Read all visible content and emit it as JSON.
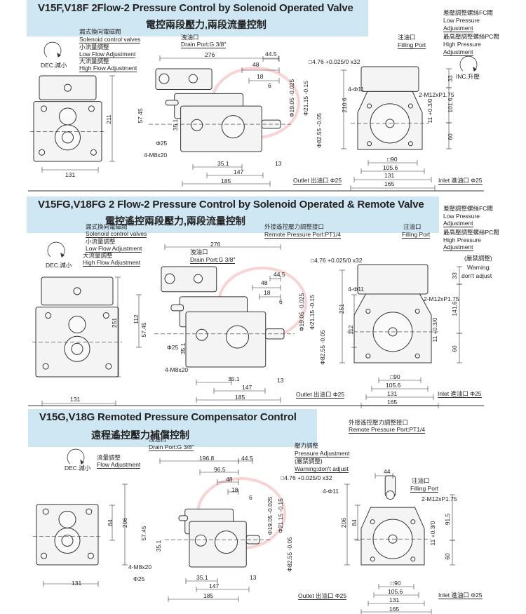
{
  "colors": {
    "title_bg": "#cfe6f3",
    "separator": "#9a9a9a",
    "line": "#333333",
    "watermark": "#e65050"
  },
  "icons": [
    "rotation-dec-icon",
    "rotation-inc-icon",
    "watermark-logo"
  ],
  "sections": [
    {
      "title_en": "V15F,V18F 2Flow-2 Pressure Control by Solenoid Operated Valve",
      "title_zh": "電控兩段壓力,兩段流量控制",
      "labels": [
        "漏式換向電磁閥",
        "Solenoid control valves",
        "小流量調整",
        "Low Flow Adjustment",
        "大流量調整",
        "High Flow Adjustment",
        "DEC.減小",
        "洩油口",
        "Drain Port:G 3/8\"",
        "276",
        "44.5",
        "48",
        "18",
        "6",
        "□4.76 +0.025/0 x32",
        "Φ19.05 -0.025",
        "Φ21.15 -0.15",
        "Φ82.55 -0.05",
        "211",
        "57.45",
        "35.1",
        "Φ25",
        "4-M8x20",
        "35.1",
        "13",
        "147",
        "185",
        "131",
        "注油口",
        "Filling Port",
        "差壓調整螺絲FC閥",
        "Low Pressure",
        "Adjustment",
        "最高壓調整螺絲PC閥",
        "High Pressure",
        "Adjustment",
        "INC.升壓",
        "4-Φ11",
        "2-M12xP1.75",
        "210.6",
        "33",
        "101.6",
        "11 +0.3/0",
        "60",
        "□90",
        "105.6",
        "131",
        "165",
        "Outlet 出油口 Φ25",
        "Inlet 進油口 Φ25"
      ]
    },
    {
      "title_en": "V15FG,V18FG 2 Flow-2 Pressure Control by Solenoid Operated & Remote Valve",
      "title_zh": "電控遙控兩段壓力,兩段流量控制",
      "labels": [
        "漏式換向電磁閥",
        "Solenoid control valves",
        "小流量調整",
        "Low Flow Adjustment",
        "大流量調整",
        "High Flow Adjustment",
        "DEC.減小",
        "外接遙控壓力調整接口",
        "Remote Pressure Port:PT1/4",
        "276",
        "洩油口",
        "Drain Port:G 3/8\"",
        "44.5",
        "48",
        "18",
        "6",
        "□4.76 +0.025/0 x32",
        "Φ19.05 -0.025",
        "Φ21.15 -0.15",
        "Φ82.55 -0.05",
        "251",
        "112",
        "57.45",
        "35.1",
        "Φ25",
        "4-M8x20",
        "35.1",
        "13",
        "147",
        "185",
        "131",
        "注油口",
        "Filling Port",
        "差壓調整螺絲FC閥",
        "Low Pressure",
        "Adjustment",
        "最高壓調整螺絲PC閥",
        "High Pressure",
        "Adjustment",
        "(嚴禁調整)",
        "Warning:",
        "don't adjust",
        "4-Φ11",
        "2-M12xP1.75",
        "251",
        "112",
        "33",
        "141.6",
        "11 +0.3/0",
        "60",
        "□90",
        "105.6",
        "131",
        "165",
        "Outlet 出油口 Φ25",
        "Inlet 進油口 Φ25"
      ]
    },
    {
      "title_en": "V15G,V18G Remoted Pressure Compensator Control",
      "title_zh": "遠程遙控壓力補償控制",
      "labels": [
        "洩油口",
        "Drain Port:G 3/8\"",
        "流量調整",
        "Flow Adjustment",
        "DEC.減小",
        "196.8",
        "44.5",
        "96.5",
        "48",
        "18",
        "6",
        "□4.76 +0.025/0 x32",
        "壓力調整",
        "Pressure Adjustment",
        "(嚴禁調整)",
        "Warning:don't adjust",
        "外接遙控壓力調整接口",
        "Remote Pressure Port:PT1/4",
        "44",
        "注油口",
        "Filling Port",
        "4-Φ11",
        "2-M12xP1.75",
        "Φ19.05 -0.025",
        "Φ21.15 -0.15",
        "Φ82.55 -0.05",
        "206",
        "84",
        "57.45",
        "35.1",
        "4-M8x20",
        "Φ25",
        "35.1",
        "13",
        "147",
        "185",
        "131",
        "206",
        "84",
        "11 +0.3/0",
        "91.5",
        "60",
        "□90",
        "105.6",
        "131",
        "165",
        "Outlet 出油口 Φ25",
        "Inlet 進油口 Φ25"
      ]
    }
  ]
}
